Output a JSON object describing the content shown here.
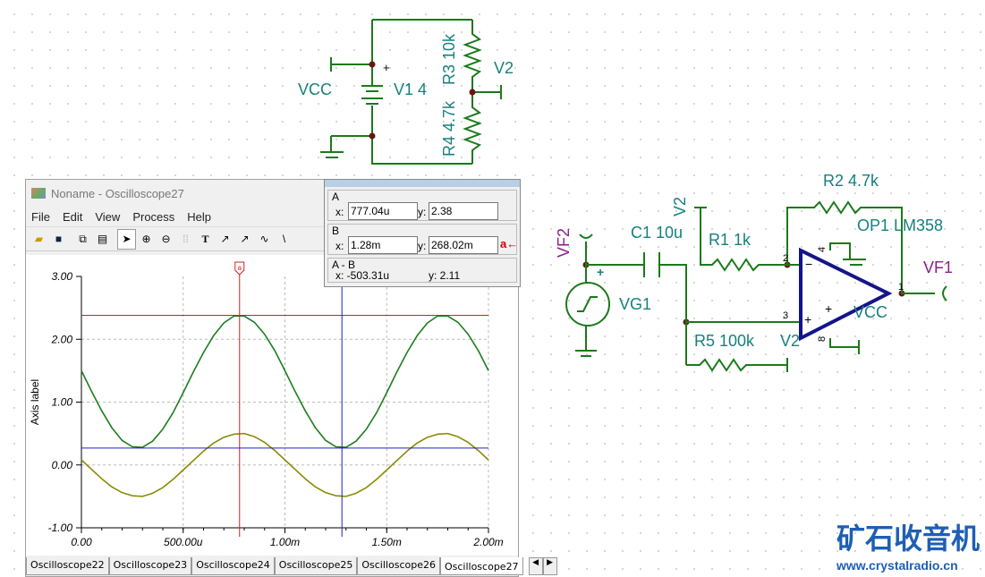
{
  "schematic": {
    "labels": {
      "vcc": "VCC",
      "v1": "V1 4",
      "plus": "+",
      "r3": "R3 10k",
      "r4": "R4 4.7k",
      "v2": "V2",
      "r2": "R2 4.7k",
      "op1": "OP1 LM358",
      "c1": "C1 10u",
      "r1": "R1 1k",
      "v2b": "V2",
      "vf2": "VF2",
      "vf1": "VF1",
      "vg1": "VG1",
      "vcc2": "VCC",
      "r5": "R5 100k",
      "v2c": "V2",
      "pin2": "2",
      "pin3": "3",
      "pin4": "4",
      "pin8": "8",
      "pin1": "1",
      "minus": "−",
      "plus2": "+",
      "plus3": "+",
      "plus4": "+"
    }
  },
  "scope": {
    "title": "Noname - Oscilloscope27",
    "menu": [
      "File",
      "Edit",
      "View",
      "Process",
      "Help"
    ],
    "yaxis_label": "Axis label",
    "tabs": [
      "Oscilloscope22",
      "Oscilloscope23",
      "Oscilloscope24",
      "Oscilloscope25",
      "Oscilloscope26",
      "Oscilloscope27"
    ],
    "cursor_marker": "a"
  },
  "cursors": {
    "a": {
      "title": "A",
      "x_label": "x:",
      "x": "777.04u",
      "y_label": "y:",
      "y": "2.38"
    },
    "b": {
      "title": "B",
      "x_label": "x:",
      "x": "1.28m",
      "y_label": "y:",
      "y": "268.02m",
      "button": "a←"
    },
    "diff": {
      "title": "A - B",
      "x": "x:  -503.31u",
      "y": "y: 2.11"
    }
  },
  "chart_data": {
    "type": "line",
    "xlabel": "",
    "ylabel": "Axis label",
    "xlim": [
      0,
      2.0
    ],
    "ylim": [
      -1,
      3
    ],
    "x_unit": "ms",
    "xticks": [
      {
        "v": 0,
        "l": "0.00"
      },
      {
        "v": 0.5,
        "l": "500.00u"
      },
      {
        "v": 1.0,
        "l": "1.00m"
      },
      {
        "v": 1.5,
        "l": "1.50m"
      },
      {
        "v": 2.0,
        "l": "2.00m"
      }
    ],
    "yticks": [
      {
        "v": 3,
        "l": "3.00"
      },
      {
        "v": 2,
        "l": "2.00"
      },
      {
        "v": 1,
        "l": "1.00"
      },
      {
        "v": 0,
        "l": "0.00"
      },
      {
        "v": -1,
        "l": "-1.00"
      }
    ],
    "grid": true,
    "x": [
      0,
      0.05,
      0.1,
      0.15,
      0.2,
      0.25,
      0.3,
      0.35,
      0.4,
      0.45,
      0.5,
      0.55,
      0.6,
      0.65,
      0.7,
      0.75,
      0.8,
      0.85,
      0.9,
      0.95,
      1.0,
      1.05,
      1.1,
      1.15,
      1.2,
      1.25,
      1.3,
      1.35,
      1.4,
      1.45,
      1.5,
      1.55,
      1.6,
      1.65,
      1.7,
      1.75,
      1.8,
      1.85,
      1.9,
      1.95,
      2.0
    ],
    "series": [
      {
        "name": "VF1",
        "color": "#1e7d1e",
        "values": [
          1.5,
          1.17,
          0.86,
          0.59,
          0.39,
          0.29,
          0.28,
          0.38,
          0.57,
          0.83,
          1.15,
          1.48,
          1.79,
          2.06,
          2.26,
          2.37,
          2.37,
          2.27,
          2.08,
          1.82,
          1.5,
          1.17,
          0.86,
          0.59,
          0.39,
          0.29,
          0.28,
          0.38,
          0.57,
          0.83,
          1.15,
          1.48,
          1.79,
          2.06,
          2.26,
          2.37,
          2.37,
          2.27,
          2.08,
          1.82,
          1.5
        ]
      },
      {
        "name": "VF2",
        "color": "#8a8a00",
        "values": [
          0.08,
          -0.07,
          -0.22,
          -0.35,
          -0.44,
          -0.49,
          -0.5,
          -0.45,
          -0.36,
          -0.23,
          -0.08,
          0.07,
          0.22,
          0.35,
          0.44,
          0.49,
          0.5,
          0.45,
          0.36,
          0.23,
          0.08,
          -0.07,
          -0.22,
          -0.35,
          -0.44,
          -0.49,
          -0.5,
          -0.45,
          -0.36,
          -0.23,
          -0.08,
          0.07,
          0.22,
          0.35,
          0.44,
          0.49,
          0.5,
          0.45,
          0.36,
          0.23,
          0.08
        ]
      }
    ],
    "cursor_a": {
      "x": 0.777,
      "y": 2.38,
      "color": "#d02020"
    },
    "cursor_b": {
      "x": 1.28,
      "y": 0.268,
      "color": "#2020c0"
    }
  },
  "watermark": {
    "title": "矿石收音机",
    "url": "www.crystalradio.cn"
  }
}
